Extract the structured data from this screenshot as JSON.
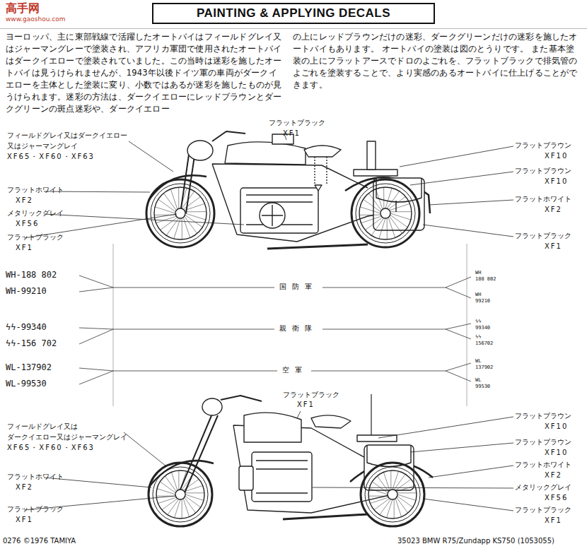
{
  "diagram": {
    "title": "PAINTING & APPLYING DECALS",
    "labels": [
      "高手网",
      "www.gaoshou.com",
      "ヨーロッパ、主に東部戦線で活躍したオートバイはフィールドグレイ又はジャーマングレーで塗装され、アフリカ軍団で使用されたオートバイはダークイエローで塗装されていました。この当時は迷彩を施したオートバイは見うけられませんが、1943年以後ドイツ軍の車両がダークイエローを主体とした塗装に変り、小数ではあるが迷彩を施したものが見うけられます。迷彩の方法は、ダークイエローにレッドブラウンとダークグリーンの斑点迷彩や、ダークイエロー",
      "の上にレッドブラウンだけの迷彩、ダークグリーンだけの迷彩を施したオートバイもあります。 オートバイの塗装は図のとうりです。 また基本塗装の上にフラットアースでドロのよごれを、フラットブラックで排気管のよごれを塗装することで、より実感のあるオートバイに仕上げることができます。",
      "フィールドグレイ又はダークイエロー",
      "又はジャーマングレイ",
      "XF65・XF60・XF63",
      "フラットホワイト",
      "XF2",
      "メタリックグレイ",
      "XF56",
      "フラットブラック",
      "XF1",
      "フラットブラック",
      "XF1",
      "フラットブラウン",
      "XF10",
      "フラットブラウン",
      "XF10",
      "フラットホワイト",
      "XF2",
      "フラットブラック",
      "XF1",
      "WH-188 802",
      "WH-99210",
      "ϟϟ-99340",
      "ϟϟ-156 702",
      "WL-137902",
      "WL-99530",
      "国防軍",
      "親衛隊",
      "空軍",
      "WH",
      "188 802",
      "WH",
      "99210",
      "ϟϟ",
      "99340",
      "ϟϟ",
      "156702",
      "WL",
      "137902",
      "WL",
      "99530",
      "フラットブラック",
      "XF1",
      "フィールドグレイ又は",
      "ダークイエロー又はジャーマングレイ",
      "XF65・XF60・XF63",
      "フラットホワイト",
      "XF2",
      "フラットブラック",
      "XF1",
      "フラットブラウン",
      "XF10",
      "フラットブラウン",
      "XF10",
      "フラットホワイト",
      "XF2",
      "メタリックグレイ",
      "XF56",
      "フラットブラック",
      "XF1",
      "0276 ©1976 TAMIYA",
      "35023  BMW R75/Zundapp KS750 (1053055)"
    ]
  }
}
